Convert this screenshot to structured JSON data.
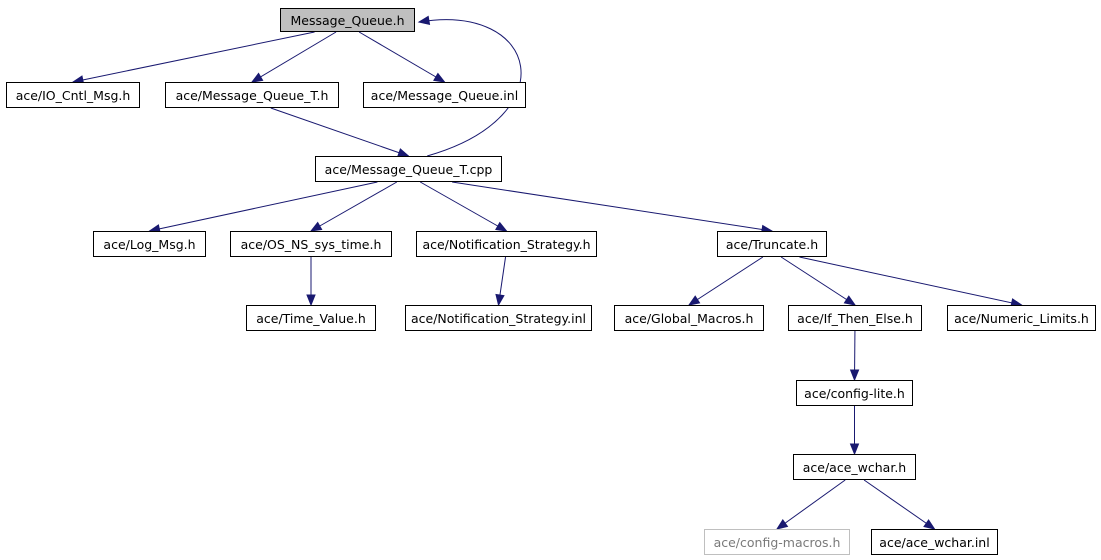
{
  "diagram": {
    "title": "",
    "colors": {
      "edge": "#191970",
      "root_fill": "#bfbfbf",
      "node_border": "#000000",
      "ghost_border": "#bfbfbf"
    },
    "nodes": {
      "message_queue_h": {
        "label": "Message_Queue.h"
      },
      "io_cntl_msg_h": {
        "label": "ace/IO_Cntl_Msg.h"
      },
      "message_queue_t_h": {
        "label": "ace/Message_Queue_T.h"
      },
      "message_queue_inl": {
        "label": "ace/Message_Queue.inl"
      },
      "message_queue_t_cpp": {
        "label": "ace/Message_Queue_T.cpp"
      },
      "log_msg_h": {
        "label": "ace/Log_Msg.h"
      },
      "os_ns_sys_time_h": {
        "label": "ace/OS_NS_sys_time.h"
      },
      "notification_strategy_h": {
        "label": "ace/Notification_Strategy.h"
      },
      "truncate_h": {
        "label": "ace/Truncate.h"
      },
      "time_value_h": {
        "label": "ace/Time_Value.h"
      },
      "notification_strategy_inl": {
        "label": "ace/Notification_Strategy.inl"
      },
      "global_macros_h": {
        "label": "ace/Global_Macros.h"
      },
      "if_then_else_h": {
        "label": "ace/If_Then_Else.h"
      },
      "numeric_limits_h": {
        "label": "ace/Numeric_Limits.h"
      },
      "config_lite_h": {
        "label": "ace/config-lite.h"
      },
      "ace_wchar_h": {
        "label": "ace/ace_wchar.h"
      },
      "config_macros_h": {
        "label": "ace/config-macros.h"
      },
      "ace_wchar_inl": {
        "label": "ace/ace_wchar.inl"
      }
    },
    "edges": [
      {
        "from": "message_queue_h",
        "to": "io_cntl_msg_h"
      },
      {
        "from": "message_queue_h",
        "to": "message_queue_t_h"
      },
      {
        "from": "message_queue_h",
        "to": "message_queue_inl"
      },
      {
        "from": "message_queue_t_h",
        "to": "message_queue_t_cpp"
      },
      {
        "from": "message_queue_t_cpp",
        "to": "message_queue_h"
      },
      {
        "from": "message_queue_t_cpp",
        "to": "log_msg_h"
      },
      {
        "from": "message_queue_t_cpp",
        "to": "os_ns_sys_time_h"
      },
      {
        "from": "message_queue_t_cpp",
        "to": "notification_strategy_h"
      },
      {
        "from": "message_queue_t_cpp",
        "to": "truncate_h"
      },
      {
        "from": "os_ns_sys_time_h",
        "to": "time_value_h"
      },
      {
        "from": "notification_strategy_h",
        "to": "notification_strategy_inl"
      },
      {
        "from": "truncate_h",
        "to": "global_macros_h"
      },
      {
        "from": "truncate_h",
        "to": "if_then_else_h"
      },
      {
        "from": "truncate_h",
        "to": "numeric_limits_h"
      },
      {
        "from": "if_then_else_h",
        "to": "config_lite_h"
      },
      {
        "from": "config_lite_h",
        "to": "ace_wchar_h"
      },
      {
        "from": "ace_wchar_h",
        "to": "config_macros_h"
      },
      {
        "from": "ace_wchar_h",
        "to": "ace_wchar_inl"
      }
    ]
  }
}
